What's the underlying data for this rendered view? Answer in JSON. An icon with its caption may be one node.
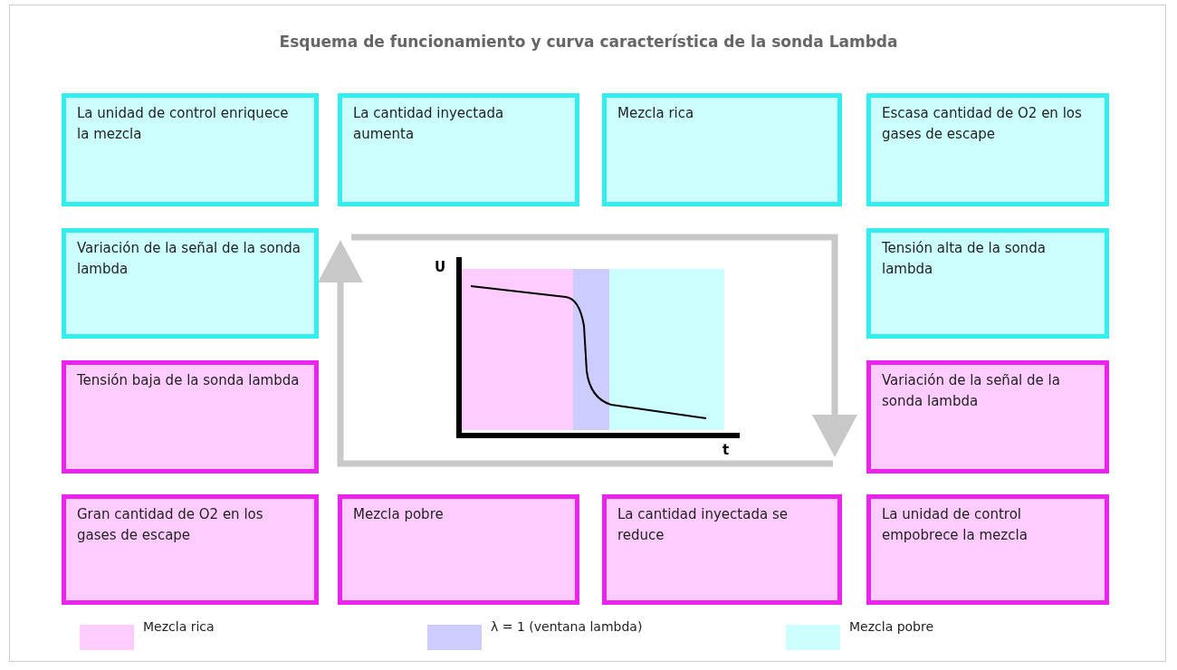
{
  "diagram": {
    "title": "Esquema de funcionamiento y curva característica de la sonda Lambda",
    "nodes": [
      {
        "text": [
          "La unidad de control enriquece la mezcla"
        ]
      },
      {
        "text": [
          "La cantidad inyectada aumenta"
        ]
      },
      {
        "text": [
          "Mezcla rica"
        ]
      },
      {
        "text": [
          "Escasa cantidad de O2 en los gases de escape"
        ]
      },
      {
        "text": [
          "Variación de la señal de la sonda lambda"
        ]
      },
      {
        "text": [
          "Tensión alta de la sonda lambda"
        ]
      },
      {
        "text": [
          "Tensión baja de la sonda lambda"
        ]
      },
      {
        "text": [
          "Variación de la señal de la sonda lambda"
        ]
      },
      {
        "text": [
          "Gran cantidad de O2 en los gases de escape"
        ]
      },
      {
        "text": [
          "Mezcla pobre"
        ]
      },
      {
        "text": [
          "La cantidad inyectada se reduce"
        ]
      },
      {
        "text": [
          "La unidad de control empobrece la mezcla"
        ]
      }
    ],
    "labels": [
      "U",
      "t"
    ],
    "legend": [
      {
        "text": "Mezcla rica",
        "color": "#ffccff"
      },
      {
        "text": "λ = 1 (ventana lambda)",
        "color": "#ccccff"
      },
      {
        "text": "Mezcla pobre",
        "color": "#ccffff"
      }
    ]
  }
}
